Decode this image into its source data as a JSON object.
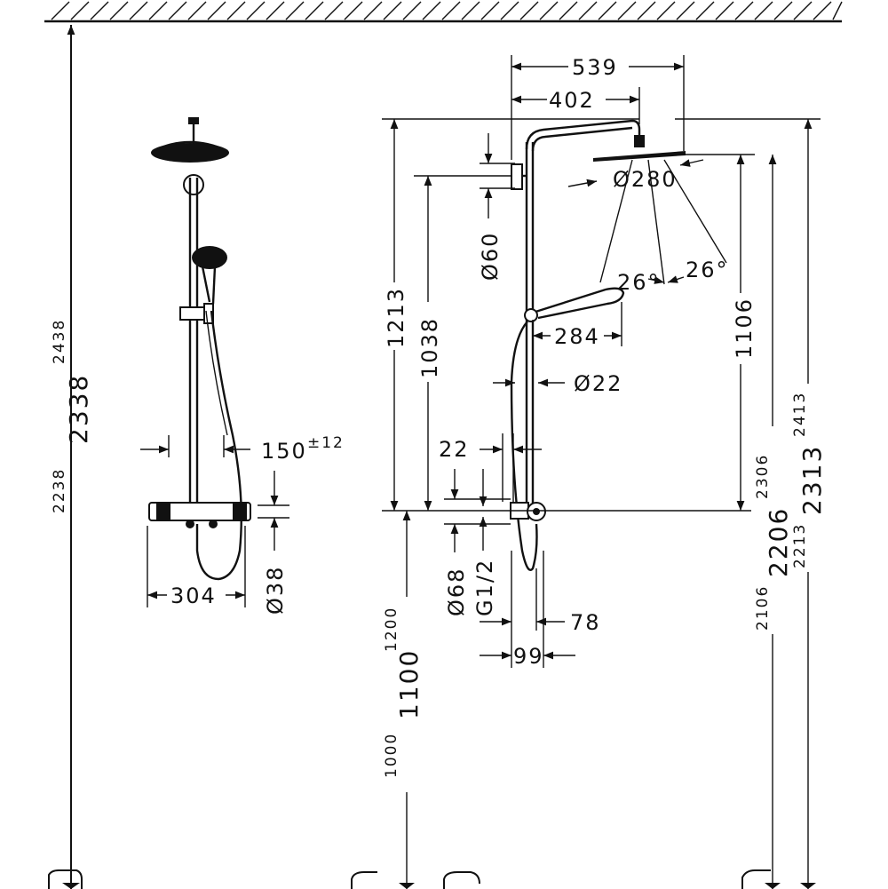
{
  "dims": {
    "h2438": "2438",
    "h2338": "2338",
    "h2238": "2238",
    "d150": "150",
    "d150_tol": "±12",
    "d304": "304",
    "d38": "Ø38",
    "d539": "539",
    "d402": "402",
    "d280": "Ø280",
    "d60": "Ø60",
    "d26a": "26°",
    "d26b": "26°",
    "d284": "284",
    "d22dia": "Ø22",
    "d22": "22",
    "d1213": "1213",
    "d1038": "1038",
    "d1106": "1106",
    "d68": "Ø68",
    "dG12": "G1/2",
    "d78": "78",
    "d99": "99",
    "d1200": "1200",
    "d1100": "1100",
    "d1000": "1000",
    "d2306": "2306",
    "d2206": "2206",
    "d2106": "2106",
    "d2413": "2413",
    "d2313": "2313",
    "d2213": "2213"
  }
}
